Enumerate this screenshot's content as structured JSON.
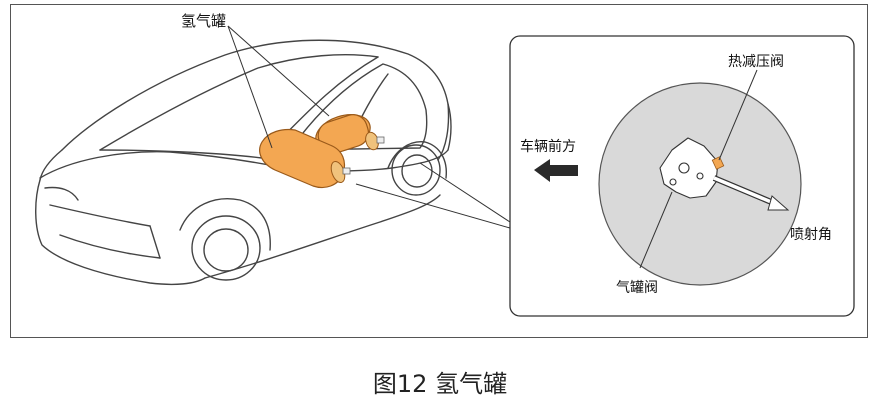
{
  "labels": {
    "hydrogen_tanks": "氢气罐",
    "vehicle_front": "车辆前方",
    "thermal_relief_valve": "热减压阀",
    "spray_angle": "喷射角",
    "tank_valve": "气罐阀"
  },
  "caption": "图12 氢气罐",
  "colors": {
    "tank_fill": "#f3a752",
    "tank_stroke": "#9a5a1a",
    "detail_circle": "#d9d9d9",
    "arrow": "#2a2a2a",
    "line": "#444444"
  }
}
